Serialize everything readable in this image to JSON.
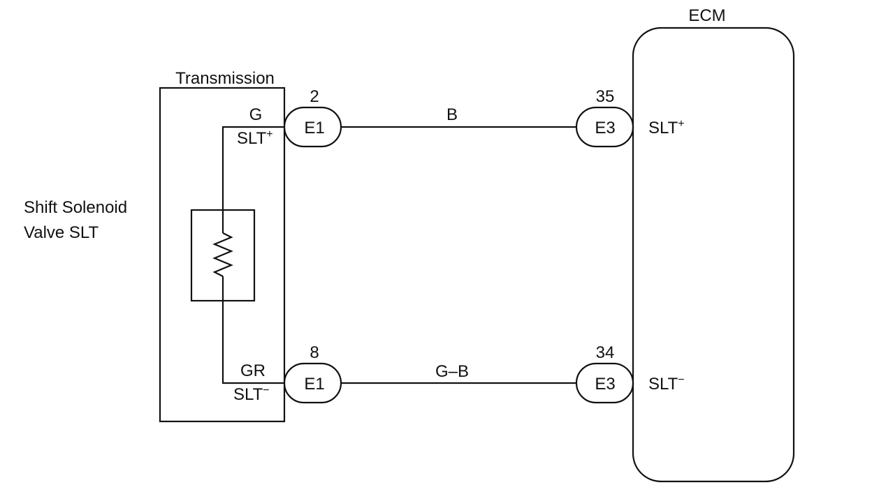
{
  "ecm": {
    "title": "ECM",
    "pin_top": "SLT",
    "pin_top_sign": "+",
    "pin_bottom": "SLT",
    "pin_bottom_sign": "−"
  },
  "transmission": {
    "title": "Transmission",
    "pin_top": "SLT",
    "pin_top_sign": "+",
    "pin_bottom": "SLT",
    "pin_bottom_sign": "−"
  },
  "component": {
    "line1": "Shift Solenoid",
    "line2": "Valve SLT"
  },
  "wire_top": {
    "color_left": "G",
    "color_mid": "B",
    "connector_left": "E1",
    "pin_left": "2",
    "connector_right": "E3",
    "pin_right": "35"
  },
  "wire_bottom": {
    "color_left": "GR",
    "color_mid": "G–B",
    "connector_left": "E1",
    "pin_left": "8",
    "connector_right": "E3",
    "pin_right": "34"
  }
}
